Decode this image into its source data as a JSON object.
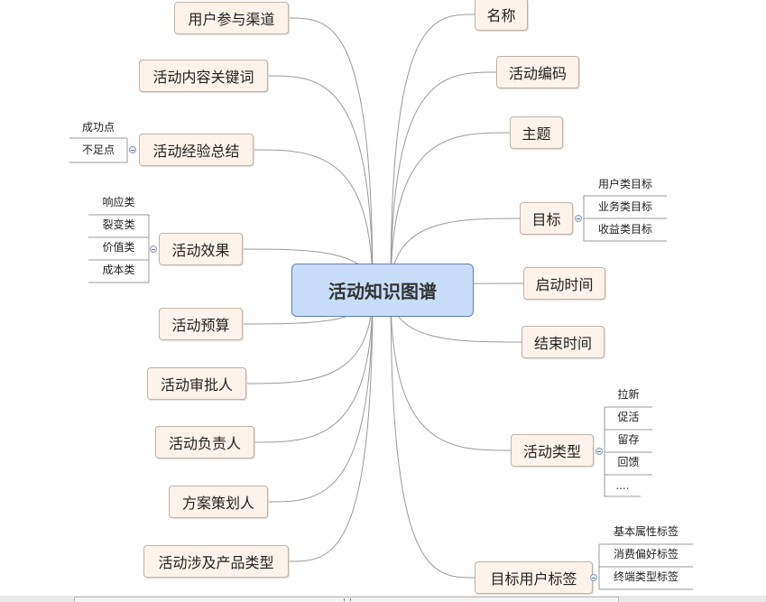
{
  "center": {
    "label": "活动知识图谱"
  },
  "left": [
    {
      "label": "用户参与渠道"
    },
    {
      "label": "活动内容关键词"
    },
    {
      "label": "活动经验总结",
      "children": [
        "成功点",
        "不足点"
      ]
    },
    {
      "label": "活动效果",
      "children": [
        "响应类",
        "裂变类",
        "价值类",
        "成本类"
      ]
    },
    {
      "label": "活动预算"
    },
    {
      "label": "活动审批人"
    },
    {
      "label": "活动负责人"
    },
    {
      "label": "方案策划人"
    },
    {
      "label": "活动涉及产品类型"
    }
  ],
  "right": [
    {
      "label": "名称"
    },
    {
      "label": "活动编码"
    },
    {
      "label": "主题"
    },
    {
      "label": "目标",
      "children": [
        "用户类目标",
        "业务类目标",
        "收益类目标"
      ]
    },
    {
      "label": "启动时间"
    },
    {
      "label": "结束时间"
    },
    {
      "label": "活动类型",
      "children": [
        "拉新",
        "促活",
        "留存",
        "回馈",
        "...."
      ]
    },
    {
      "label": "目标用户标签",
      "children": [
        "基本属性标签",
        "消费偏好标签",
        "终端类型标签"
      ]
    }
  ],
  "colors": {
    "node_bg": "#fdf3ea",
    "center_bg": "#c8ddf9",
    "link": "#9a9a9a"
  }
}
